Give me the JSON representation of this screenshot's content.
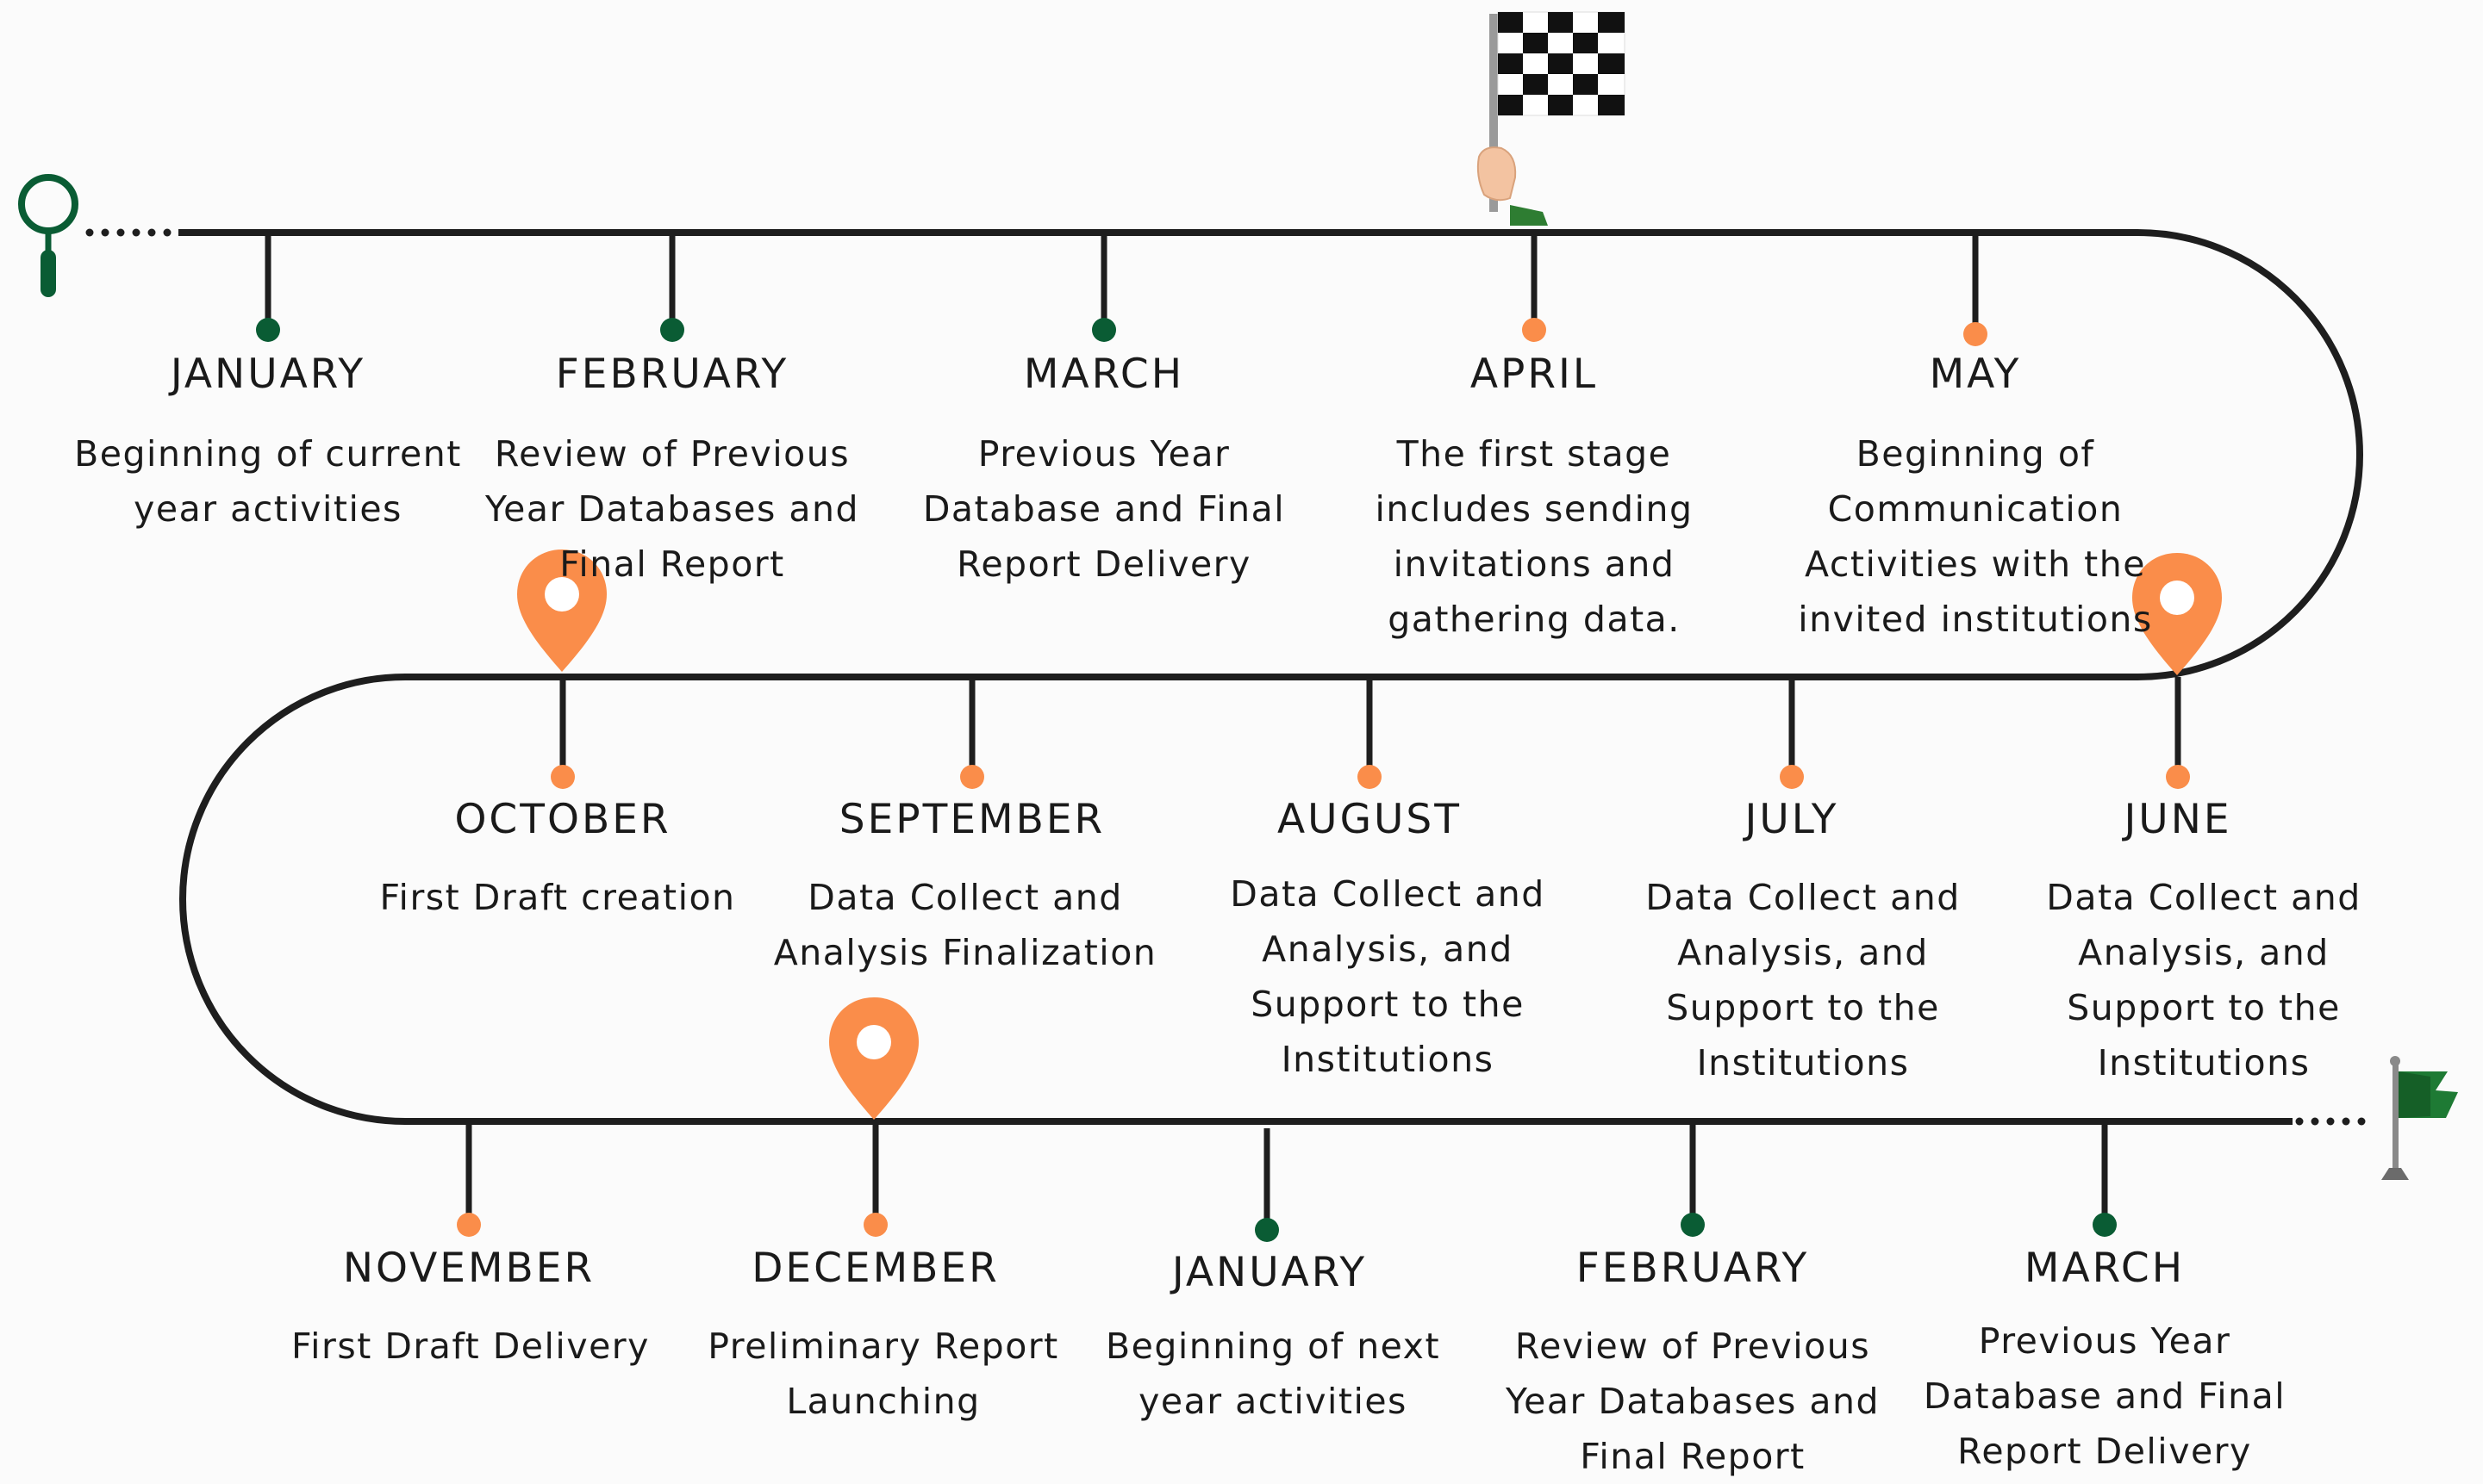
{
  "colors": {
    "line": "#1e1e1e",
    "green": "#0a5c34",
    "orange": "#fa8d4a",
    "background": "#fbfbfb"
  },
  "icons": {
    "start": "magnifier-icon",
    "finish": "checkered-flag-icon",
    "end": "green-flag-icon",
    "marker": "map-pin-icon"
  },
  "milestones": [
    {
      "month": "JANUARY",
      "description": "Beginning of current year activities",
      "status": "green"
    },
    {
      "month": "FEBRUARY",
      "description": "Review of Previous Year Databases and Final Report",
      "status": "green"
    },
    {
      "month": "MARCH",
      "description": "Previous Year Database and Final Report Delivery",
      "status": "green"
    },
    {
      "month": "APRIL",
      "description": "The first stage includes sending invitations and gathering data.",
      "status": "orange"
    },
    {
      "month": "MAY",
      "description": "Beginning of Communication Activities with the invited institutions",
      "status": "orange"
    },
    {
      "month": "JUNE",
      "description": "Data Collect and Analysis, and Support to the Institutions",
      "status": "orange"
    },
    {
      "month": "JULY",
      "description": "Data Collect and Analysis, and Support to the Institutions",
      "status": "orange"
    },
    {
      "month": "AUGUST",
      "description": "Data Collect and Analysis, and Support to the Institutions",
      "status": "orange"
    },
    {
      "month": "SEPTEMBER",
      "description": "Data Collect and Analysis Finalization",
      "status": "orange"
    },
    {
      "month": "OCTOBER",
      "description": "First Draft creation",
      "status": "orange"
    },
    {
      "month": "NOVEMBER",
      "description": "First Draft Delivery",
      "status": "orange"
    },
    {
      "month": "DECEMBER",
      "description": "Preliminary Report Launching",
      "status": "orange"
    },
    {
      "month": "JANUARY",
      "description": "Beginning of next year activities",
      "status": "green"
    },
    {
      "month": "FEBRUARY",
      "description": "Review of Previous Year Databases and Final Report",
      "status": "green"
    },
    {
      "month": "MARCH",
      "description": "Previous Year Database and Final Report Delivery",
      "status": "green"
    }
  ]
}
